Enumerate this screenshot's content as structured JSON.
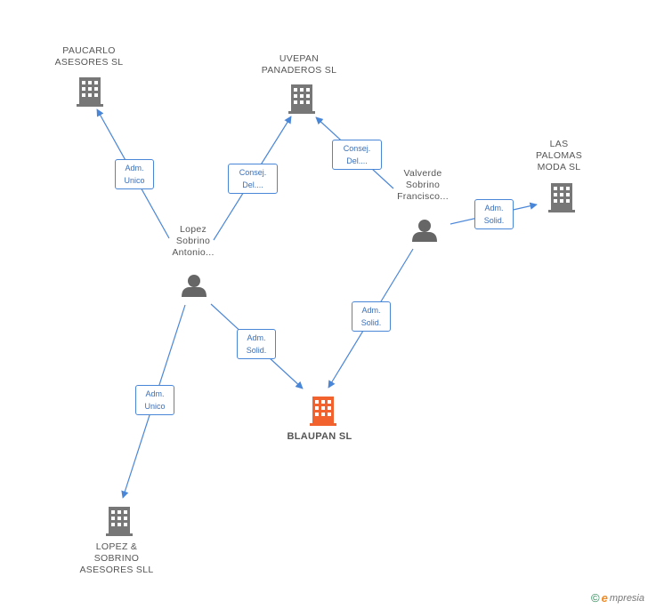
{
  "colors": {
    "edge": "#4a86d8",
    "company_icon": "#777777",
    "focus_icon": "#f2622e",
    "person_icon": "#666666"
  },
  "nodes": {
    "paucarlo": {
      "label": "PAUCARLO\nASESORES SL",
      "icon": "building-icon"
    },
    "uvepan": {
      "label": "UVEPAN\nPANADEROS SL",
      "icon": "building-icon"
    },
    "las_palomas": {
      "label": "LAS\nPALOMAS\nMODA SL",
      "icon": "building-icon"
    },
    "blaupan": {
      "label": "BLAUPAN SL",
      "icon": "building-icon"
    },
    "lopez_sobrino_asesores": {
      "label": "LOPEZ &\nSOBRINO\nASESORES SLL",
      "icon": "building-icon"
    },
    "lopez_person": {
      "label": "Lopez\nSobrino\nAntonio...",
      "icon": "person-icon"
    },
    "valverde_person": {
      "label": "Valverde\nSobrino\nFrancisco...",
      "icon": "person-icon"
    }
  },
  "relations": [
    {
      "id": "lopez-paucarlo",
      "label": "Adm.\nUnico"
    },
    {
      "id": "lopez-uvepan",
      "label": "Consej.\nDel...."
    },
    {
      "id": "valverde-uvepan",
      "label": "Consej.\nDel...."
    },
    {
      "id": "valverde-las-palomas",
      "label": "Adm.\nSolid."
    },
    {
      "id": "lopez-blaupan",
      "label": "Adm.\nSolid."
    },
    {
      "id": "valverde-blaupan",
      "label": "Adm.\nSolid."
    },
    {
      "id": "lopez-lopez-sobrino",
      "label": "Adm.\nUnico"
    }
  ],
  "footer": {
    "copyright_symbol": "©",
    "brand_initial": "e",
    "brand_rest": "mpresia"
  }
}
